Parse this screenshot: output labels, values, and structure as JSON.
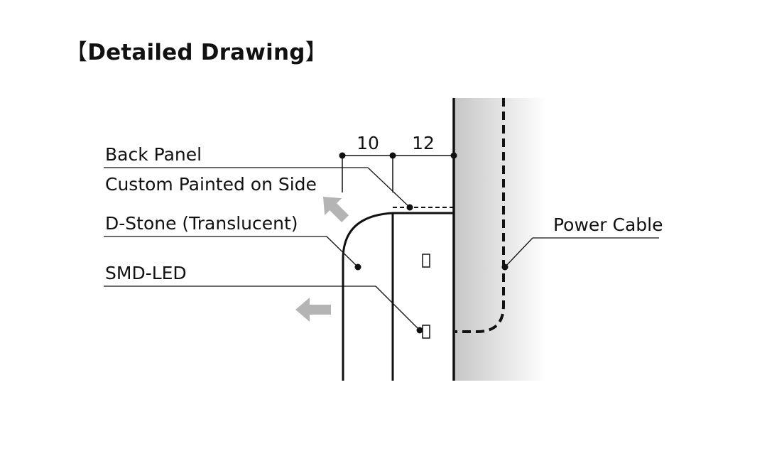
{
  "title": {
    "open_bracket": "【",
    "text": "Detailed Drawing",
    "close_bracket": "】"
  },
  "dimensions": {
    "left": "10",
    "right": "12"
  },
  "callouts": {
    "back_panel": "Back Panel",
    "custom_painted": "Custom Painted on Side",
    "d_stone": "D-Stone (Translucent)",
    "smd_led": "SMD-LED",
    "power_cable": "Power Cable"
  },
  "colors": {
    "line": "#111111",
    "arrow": "#b4b4b4",
    "wall_gradient_start": "#c8c8c8",
    "wall_gradient_end": "#ffffff"
  },
  "icons": {
    "light_arrow": "arrow-icon",
    "led_chip": "led-chip-icon"
  }
}
